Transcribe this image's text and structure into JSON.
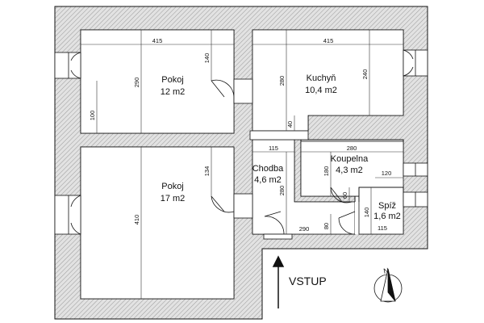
{
  "rooms": [
    {
      "id": "pokoj-1",
      "name": "Pokoj",
      "area": "12 m2"
    },
    {
      "id": "kuchyn",
      "name": "Kuchyň",
      "area": "10,4 m2"
    },
    {
      "id": "pokoj-2",
      "name": "Pokoj",
      "area": "17 m2"
    },
    {
      "id": "chodba",
      "name": "Chodba",
      "area": "4,6 m2"
    },
    {
      "id": "koupelna",
      "name": "Koupelna",
      "area": "4,3 m2"
    },
    {
      "id": "spiz",
      "name": "Spíž",
      "area": "1,6 m2"
    }
  ],
  "dimensions": {
    "pokoj1_width": "415",
    "pokoj1_height": "290",
    "pokoj1_window": "140",
    "pokoj1_side": "100",
    "kuchyn_width": "415",
    "kuchyn_height": "280",
    "kuchyn_side": "240",
    "kuchyn_small": "40",
    "pokoj2_height": "410",
    "pokoj2_side": "134",
    "chodba_width": "115",
    "chodba_height": "280",
    "koupelna_width": "280",
    "koupelna_height": "180",
    "koupelna_door": "60",
    "koupelna_right": "120",
    "bottom_width": "290",
    "bottom_height": "80",
    "spiz_height": "140",
    "spiz_width": "115"
  },
  "entry": {
    "label": "VSTUP"
  },
  "compass": {
    "label": "N"
  },
  "colors": {
    "wall_fill": "#d9d9d9",
    "line": "#111111"
  }
}
